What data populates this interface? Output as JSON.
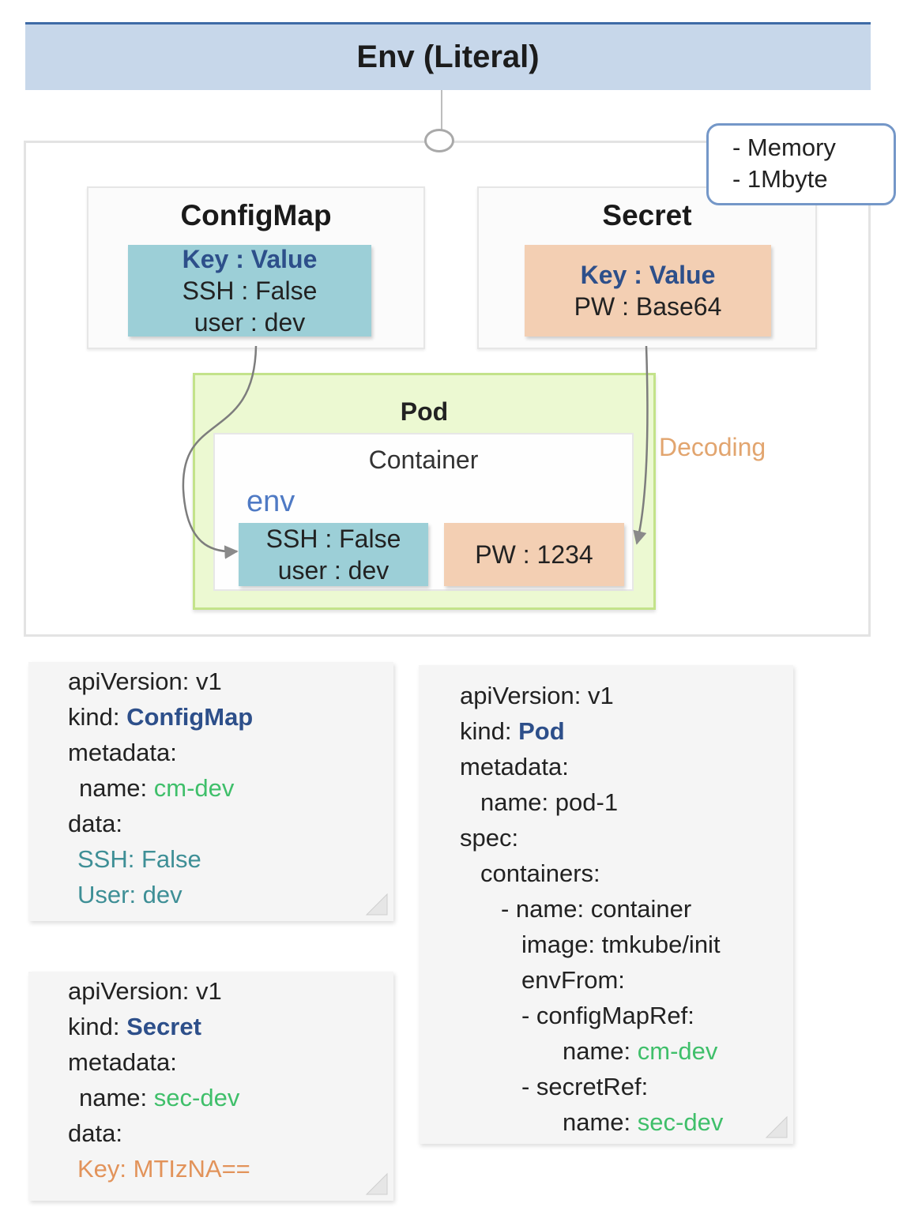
{
  "title": "Env (Literal)",
  "callout": {
    "lines": [
      "- Memory",
      "- 1Mbyte"
    ]
  },
  "configmap": {
    "title": "ConfigMap",
    "header": "Key : Value",
    "rows": [
      "SSH : False",
      "user : dev"
    ]
  },
  "secret": {
    "title": "Secret",
    "header": "Key : Value",
    "rows": [
      "PW : Base64"
    ]
  },
  "pod": {
    "title": "Pod",
    "container_title": "Container",
    "env_label": "env",
    "env_rows": [
      "SSH : False",
      "user : dev"
    ],
    "secret_value": "PW : 1234"
  },
  "decoding_label": "Decoding",
  "yaml_configmap": {
    "l1": "apiVersion: v1",
    "kind_key": "kind: ",
    "kind_val": "ConfigMap",
    "l3": "metadata:",
    "name_key": "name: ",
    "name_val": "cm-dev",
    "l5": "data:",
    "d1": "SSH: False",
    "d2": "User: dev"
  },
  "yaml_secret": {
    "l1": "apiVersion: v1",
    "kind_key": "kind: ",
    "kind_val": "Secret",
    "l3": "metadata:",
    "name_key": "name: ",
    "name_val": "sec-dev",
    "l5": "data:",
    "d1": "Key: MTIzNA=="
  },
  "yaml_pod": {
    "l1": "apiVersion: v1",
    "kind_key": "kind: ",
    "kind_val": "Pod",
    "l3": "metadata:",
    "l4": "name: pod-1",
    "l5": "spec:",
    "l6": "containers:",
    "l7": "- name: container",
    "l8": "image: tmkube/init",
    "l9": "envFrom:",
    "l10": "- configMapRef:",
    "cm_key": "name: ",
    "cm_val": "cm-dev",
    "l12": "- secretRef:",
    "sec_key": "name: ",
    "sec_val": "sec-dev"
  }
}
